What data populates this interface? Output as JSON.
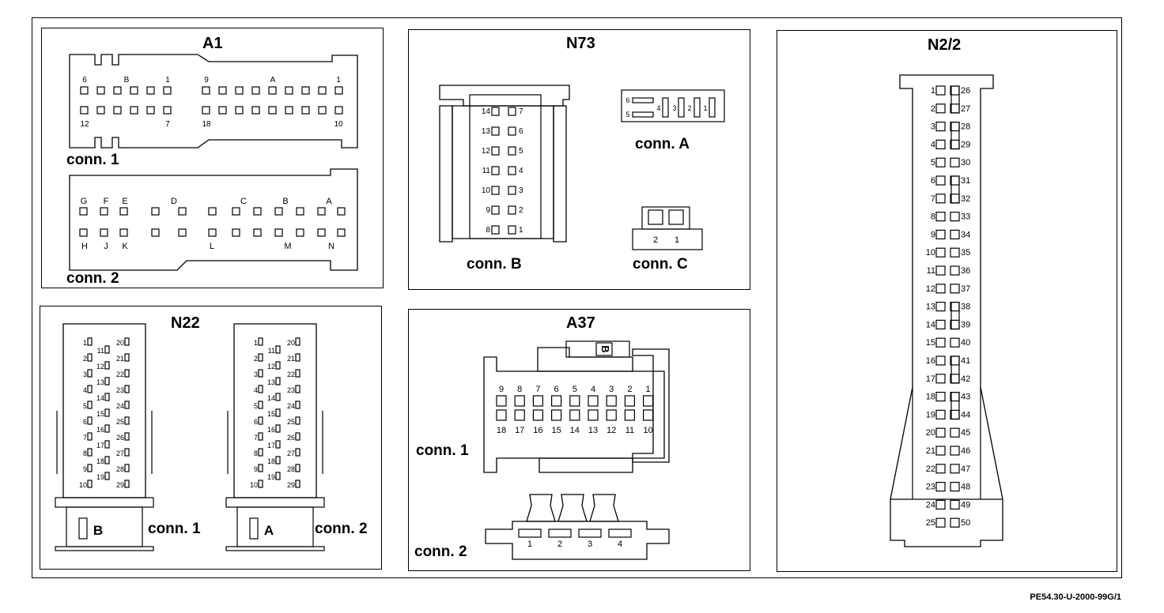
{
  "reference_code": "PE54.30-U-2000-99G/1",
  "panels": {
    "a1": {
      "title": "A1",
      "conn1_label": "conn. 1",
      "conn2_label": "conn. 2",
      "conn1_pins": {
        "top_left": [
          "6",
          "B",
          "1"
        ],
        "bottom_left": [
          "12",
          "7"
        ],
        "top_right": [
          "9",
          "A",
          "1"
        ],
        "bottom_right": [
          "18",
          "10"
        ]
      },
      "conn2_pins": {
        "top_letters": [
          "G",
          "F",
          "E",
          "D",
          "C",
          "B",
          "A"
        ],
        "bottom_letters": [
          "H",
          "J",
          "K",
          "L",
          "M",
          "N"
        ]
      }
    },
    "n73": {
      "title": "N73",
      "connA_label": "conn. A",
      "connB_label": "conn. B",
      "connC_label": "conn. C",
      "connB_left_pins": [
        "14",
        "13",
        "12",
        "11",
        "10",
        "9",
        "8"
      ],
      "connB_right_pins": [
        "7",
        "6",
        "5",
        "4",
        "3",
        "2",
        "1"
      ],
      "connA_pins": [
        "6",
        "5",
        "4",
        "3",
        "2",
        "1"
      ],
      "connC_pins": [
        "2",
        "1"
      ]
    },
    "n22": {
      "title": "N22",
      "conn1_label": "conn. 1",
      "conn2_label": "conn. 2",
      "conn1_letter": "B",
      "conn2_letter": "A",
      "col1": [
        "1",
        "2",
        "3",
        "4",
        "5",
        "6",
        "7",
        "8",
        "9",
        "10"
      ],
      "col2": [
        "11",
        "12",
        "13",
        "14",
        "15",
        "16",
        "17",
        "18",
        "19"
      ],
      "col3": [
        "20",
        "21",
        "22",
        "23",
        "24",
        "25",
        "26",
        "27",
        "28",
        "29"
      ]
    },
    "a37": {
      "title": "A37",
      "conn1_label": "conn. 1",
      "conn2_label": "conn. 2",
      "letter": "B",
      "top_pins": [
        "9",
        "8",
        "7",
        "6",
        "5",
        "4",
        "3",
        "2",
        "1"
      ],
      "bottom_pins": [
        "18",
        "17",
        "16",
        "15",
        "14",
        "13",
        "12",
        "11",
        "10"
      ],
      "conn2_pins": [
        "1",
        "2",
        "3",
        "4"
      ]
    },
    "n22b": {
      "title": "N2/2",
      "left_pins": [
        "1",
        "2",
        "3",
        "4",
        "5",
        "6",
        "7",
        "8",
        "9",
        "10",
        "11",
        "12",
        "13",
        "14",
        "15",
        "16",
        "17",
        "18",
        "19",
        "20",
        "21",
        "22",
        "23",
        "24",
        "25"
      ],
      "right_pins": [
        "26",
        "27",
        "28",
        "29",
        "30",
        "31",
        "32",
        "33",
        "34",
        "35",
        "36",
        "37",
        "38",
        "39",
        "40",
        "41",
        "42",
        "43",
        "44",
        "45",
        "46",
        "47",
        "48",
        "49",
        "50"
      ]
    }
  }
}
